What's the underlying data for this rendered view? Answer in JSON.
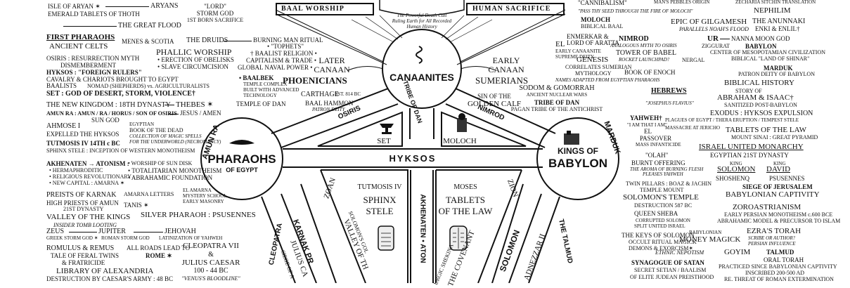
{
  "top": {
    "baal_worship": "BAAL WORSHIP",
    "human_sacrifice": "HUMAN SACRIFICE",
    "death_cult": [
      "The Powerful Death Cult",
      "Ruling Earth for All Recorded",
      "Human History"
    ],
    "lord": "\"LORD\"",
    "storm_god": "STORM GOD",
    "first_born": "1ST BORN SACRIFICE",
    "cannibalism": "\"CANNIBALISM\"",
    "pass_thy_seed": "\"PASS THY SEED THROUGH THE FIRE OF MOLOCH\"",
    "mans_origin": "MAN'S PEBBLES ORIGIN",
    "zecharia": "ZECHARIA SITCHIN TRANSLATION"
  },
  "left": {
    "isle": "ISLE OF ARYAN ✶",
    "aryans": "ARYANS",
    "emerald": "EMERALD TABLETS OF THOTH",
    "great_flood": "THE GREAT FLOOD",
    "first_pharaohs": "FIRST PHARAOHS",
    "ancient_celts": "ANCIENT CELTS",
    "menes": "MENES & SCOTIA",
    "druids": "THE DRUIDS",
    "burning_man": "BURNING MAN RITUAL",
    "osiris_res": "OSIRIS : RESURRECTION MYTH",
    "dismemberment": "DISMEMBERMENT",
    "phallic": "PHALLIC WORSHIP",
    "obelisks": "• ERECTION OF OBELISKS",
    "slave": "• SLAVE CIRCUMCISION",
    "hyksos_rulers": "HYKSOS : \"FOREIGN RULERS\"",
    "cavalry": "CAVALRY & CHARIOTS BROUGHT TO EGYPT",
    "baalists": "BAALISTS",
    "nomad": "NOMAD (SHEPHERDS) vs. AGRICULTURALISTS",
    "set_god": "SET : GOD OF DESERT, STORM, VIOLENCE†",
    "new_kingdom": "THE NEW KINGDOM : 18TH DYNASTY",
    "thebes": "THEBES ✶",
    "amun_ra": "AMUN RA : AMUN / RA / HORUS / SON OF OSIRIS",
    "jesus": "JESUS / AMEN",
    "sun_god": "SUN GOD",
    "ahmose": "AHMOSE I",
    "expelled": "EXPELLED THE HYKSOS",
    "book_dead_1": "EGYPTIAN",
    "book_dead_2": "BOOK OF THE DEAD",
    "book_dead_3": "COLLECTION OF MAGIC SPELLS",
    "book_dead_4": "FOR THE UNDERWORLD (NECROMANCY)",
    "tutmosis_iv": "TUTMOSIS IV 14TH c BC",
    "sphinx_stele": "SPHINX STELE : INCEPTION OF WESTERN MONOTHEISM",
    "akhenaten": "AKHENATEN → ATONISM :",
    "sun_disk": "• WORSHIP OF SUN DISK",
    "hermaphroditic": "• HERMAPHRODITIC",
    "totalitarian": "• TOTALITARIAN MONOTHEISM",
    "religious_rev": "• RELIGIOUS REVOLUTIONARY",
    "abrahamic": "• ABRAHAMIC FOUNDATION",
    "new_capital": "• NEW CAPITAL : AMARNA ✶",
    "preists_karnak": "PREISTS OF KARNAK",
    "amarna_letters": "AMARNA LETTERS",
    "el_amarna": "EL AMARNA",
    "mystery_school": "MYSTERY SCHOOL",
    "early_masonry": "EARLY MASONRY",
    "high_priests": "HIGH PRIESTS OF AMUN",
    "dynasty21": "21ST DYNASTY",
    "tanis": "TANIS ✶",
    "valley_kings": "VALLEY OF THE KINGS",
    "insider": "INSIDER TOMB LOOTING",
    "silver_pharaoh": "SILVER PHARAOH : PSUSENNES",
    "zeus": "ZEUS",
    "jupiter": "JUPITER",
    "jehovah": "JEHOVAH",
    "greek_storm": "GREEK STORM GOD ✶",
    "roman_storm": "ROMAN STORM GOD",
    "latinization": "LATINIZATION OF YAHWEH",
    "romulus": "ROMULUS & REMUS",
    "all_roads": "ALL ROADS LEAD TO",
    "rome": "ROME ✶",
    "feral": "TALE OF FERAL TWINS",
    "fratricide": "& FRATRICIDE",
    "cleopatra": "CLEOPATRA VII",
    "amp": "&",
    "julius": "JULIUS CAESAR",
    "dates": "100 - 44 BC",
    "venus": "\"VENUS'S BLOODLINE\"",
    "library": "LIBRARY OF ALEXANDRIA",
    "destruction": "DESTRUCTION BY CAESAR'S ARMY : 48 BC"
  },
  "center": {
    "tophets": "• \"TOPHETS\"",
    "baalist_religion": "† BAALIST RELIGION •",
    "capitalism": "CAPITALISM & TRADE •",
    "naval": "GLOBAL NAVAL POWER •",
    "later": "LATER",
    "canaan": "CANAAN",
    "phoenicians": "PHOENICIANS",
    "baalbek": "• BAALBEK",
    "temple_complex": "TEMPLE COMPLEX",
    "built_with": "BUILT WITH ADVANCED",
    "technology": "TECHNOLOGY",
    "temple_dan": "TEMPLE OF DAN",
    "carthage": "CARTHAGE",
    "est": "EST. 814 BC",
    "baal_hammon": "BAAL HAMMON",
    "patron_deity": "PATRON DEITY",
    "canaanites": "CANAANITES",
    "early": "EARLY",
    "early_canaan": "CANAAN",
    "sumerians": "SUMERIANS",
    "el": "EL",
    "early_canaanite": "EARLY CANAANITE",
    "supreme_deity": "SUPREME DEITY",
    "genesis": "GENESIS",
    "correlates": "CORRELATES SUMERIAN",
    "mythology": "MYTHOLOGY",
    "names_adapted": "NAMES ADAPTED FROM EGYPTIAN PHARAOHS",
    "moloch": "MOLOCH",
    "biblical_baal": "BIBLICAL BAAL",
    "enmerkar": "ENMERKAR &",
    "lord_aratta": "LORD OF ARATTA",
    "nimrod_top": "NIMROD",
    "analogous": "ANALOGOUS MYTH TO OSIRIS",
    "tower": "TOWER OF BABEL",
    "rocket": "ROCKET LAUNCHPAD?",
    "book_enoch": "BOOK OF ENOCH",
    "sin": "SIN OF THE",
    "golden_calf": "GOLDEN CALF",
    "sodom": "SODOM & GOMORRAH",
    "nuclear": "ANCIENT NUCLEAR WARS",
    "tribe_dan_r": "TRIBE OF DAN",
    "pagan": "PAGAN TRIBE OF THE ANTICHRIST",
    "set_label": "SET",
    "moloch_label": "MOLOCH",
    "hyksos": "HYKSOS",
    "osiris_band": "OSIRIS",
    "tribe_dan": "TRIBE OF DAN",
    "nimrod_band": "NIMROD",
    "amun_ra_band": "AMUN RA",
    "marduk_band": "MARDUK",
    "pharaohs": "PHARAOHS",
    "of_egypt": "OF EGYPT",
    "kings_of": "KINGS OF",
    "babylon": "BABYLON",
    "zoan": "ZOAN",
    "zion": "ZION",
    "tutmosis": "TUTMOSIS IV",
    "sphinx": "SPHINX",
    "stele": "STELE",
    "moses": "MOSES",
    "tablets": "TABLETS",
    "of_the_law": "OF THE LAW",
    "akhenaten_band": "AKHENATEN • ATON",
    "cleopatra_band": "CLEOPATRA",
    "karnak_band": "KARNAK PR",
    "julius_band": "JULIUS CA",
    "siege_band": "SIEGE OF A",
    "solomons_band": "SOLOMON'S GOL",
    "valley_band": "VALLEY OF TH",
    "urgic_band": "URGIC SHEKINA",
    "covenant_band": "THE COVENANT",
    "solomon_band": "SOLOMON",
    "adnezzar_band": "ADNEZZAR II",
    "talmud_band": "THE TALMUD"
  },
  "right": {
    "nephilim": "NEPHILIM",
    "epic": "EPIC OF GILGAMESH",
    "parallels": "PARALLELS NOAH'S FLOOD",
    "anunnaki": "THE ANUNNAKI",
    "enki": "ENKI & ENLIL†",
    "ur": "UR",
    "nanna": "NANNA MOON GOD",
    "ziggurat": "ZIGGURAT",
    "babylon_top": "BABYLON",
    "center_meso": "CENTER OF MESOPOTAMIAN CIVILIZATION",
    "nergal": "NERGAL",
    "biblical_land": "BIBLICAL \"LAND OF SHINAR\"",
    "marduk": "MARDUK",
    "patron": "PATRON DEITY OF BABYLON",
    "biblical_history": "BIBLICAL HISTORY",
    "hebrews": "HEBREWS",
    "story_of": "STORY OF",
    "abraham": "ABRAHAM & ISAAC†",
    "josephus": "\"JOSEPHUS FLAVIUS\"",
    "sanitized": "SANITIZED POST-BABYLON",
    "exodus": "EXODUS : HYKSOS EXPULSION",
    "yahweh": "YAHWEH†",
    "i_am": "\"I AM THAT I AM\"",
    "plagues": "PLAGUES OF EGYPT / THERA ERUPTION / TEMPEST STELE",
    "el_r": "EL",
    "massacre": "MASSACRE AT JERICHO",
    "tablets_law": "TABLETS OF THE LAW",
    "passover": "PASSOVER",
    "mass_infanticide": "MASS INFANTICIDE",
    "mount_sinai": "MOUNT SINAI : GREAT PYRAMID",
    "israel": "ISRAEL UNITED MONARCHY",
    "egyptian21": "EGYPTIAN 21ST DYNASTY",
    "olah": "\"OLAH\"",
    "burnt": "BURNT OFFERING",
    "aroma": "THE AROMA OF BURNING FLESH",
    "pleases": "PLEASES YAHWEH",
    "king1": "KING",
    "solomon": "SOLOMON",
    "king2": "KING",
    "david": "DAVID",
    "shoshenq": "SHOSHENQ",
    "psusennes": "PSUSENNES",
    "twin_pillars": "TWIN PILLARS : BOAZ & JACHIN",
    "temple_mount": "TEMPLE MOUNT",
    "solomons_temple": "SOLOMON'S TEMPLE",
    "destruction_bc": "DESTRUCTION 587 BC",
    "siege_jerusalem": "SIEGE OF JERUSALEM",
    "babylonian_captivity": "BABYLONIAN CAPTIVITY",
    "queen_sheba": "QUEEN SHEBA",
    "corrupted": "CORRUPTED SOLOMON",
    "split": "SPLIT UNITED ISRAEL",
    "zoroastrianism": "ZOROASTRIANISM",
    "early_persian": "EARLY PERSIAN MONOTHEISM c.600 BCE",
    "abrahamic_model": "ABRAHAMIC MODEL & PRECURSOR TO ISLAM",
    "keys": "THE KEYS OF SOLOMON",
    "occult": "OCCULT RITUAL MAGICK",
    "demons": "DEMONS & EXORCISM✶",
    "babylonian": "BABYLONIAN",
    "money_magick": "MONEY MAGICK",
    "ethnic": "ETHNIC NEPOTISM",
    "ezras_torah": "EZRA'S TORAH",
    "scribe": "SCRIBE OR AUTHOR?",
    "persian_inf": "PERSIAN INFLUENCE",
    "goyim": "GOYIM",
    "talmud": "TALMUD",
    "oral_torah": "ORAL TORAH",
    "synagogue": "SYNAGOGUE OF SATAN",
    "secret": "SECRET SETIAN / BAALISM",
    "elite": "OF ELITE JUDEAN PREISTHOOD",
    "practiced": "PRACTICED SINCE BABYLONIAN CAPTIVITY",
    "inscribed": "INSCRIBED 200-500 AD",
    "retreat": "RE. THREAT OF ROMAN EXTERMINATION"
  }
}
